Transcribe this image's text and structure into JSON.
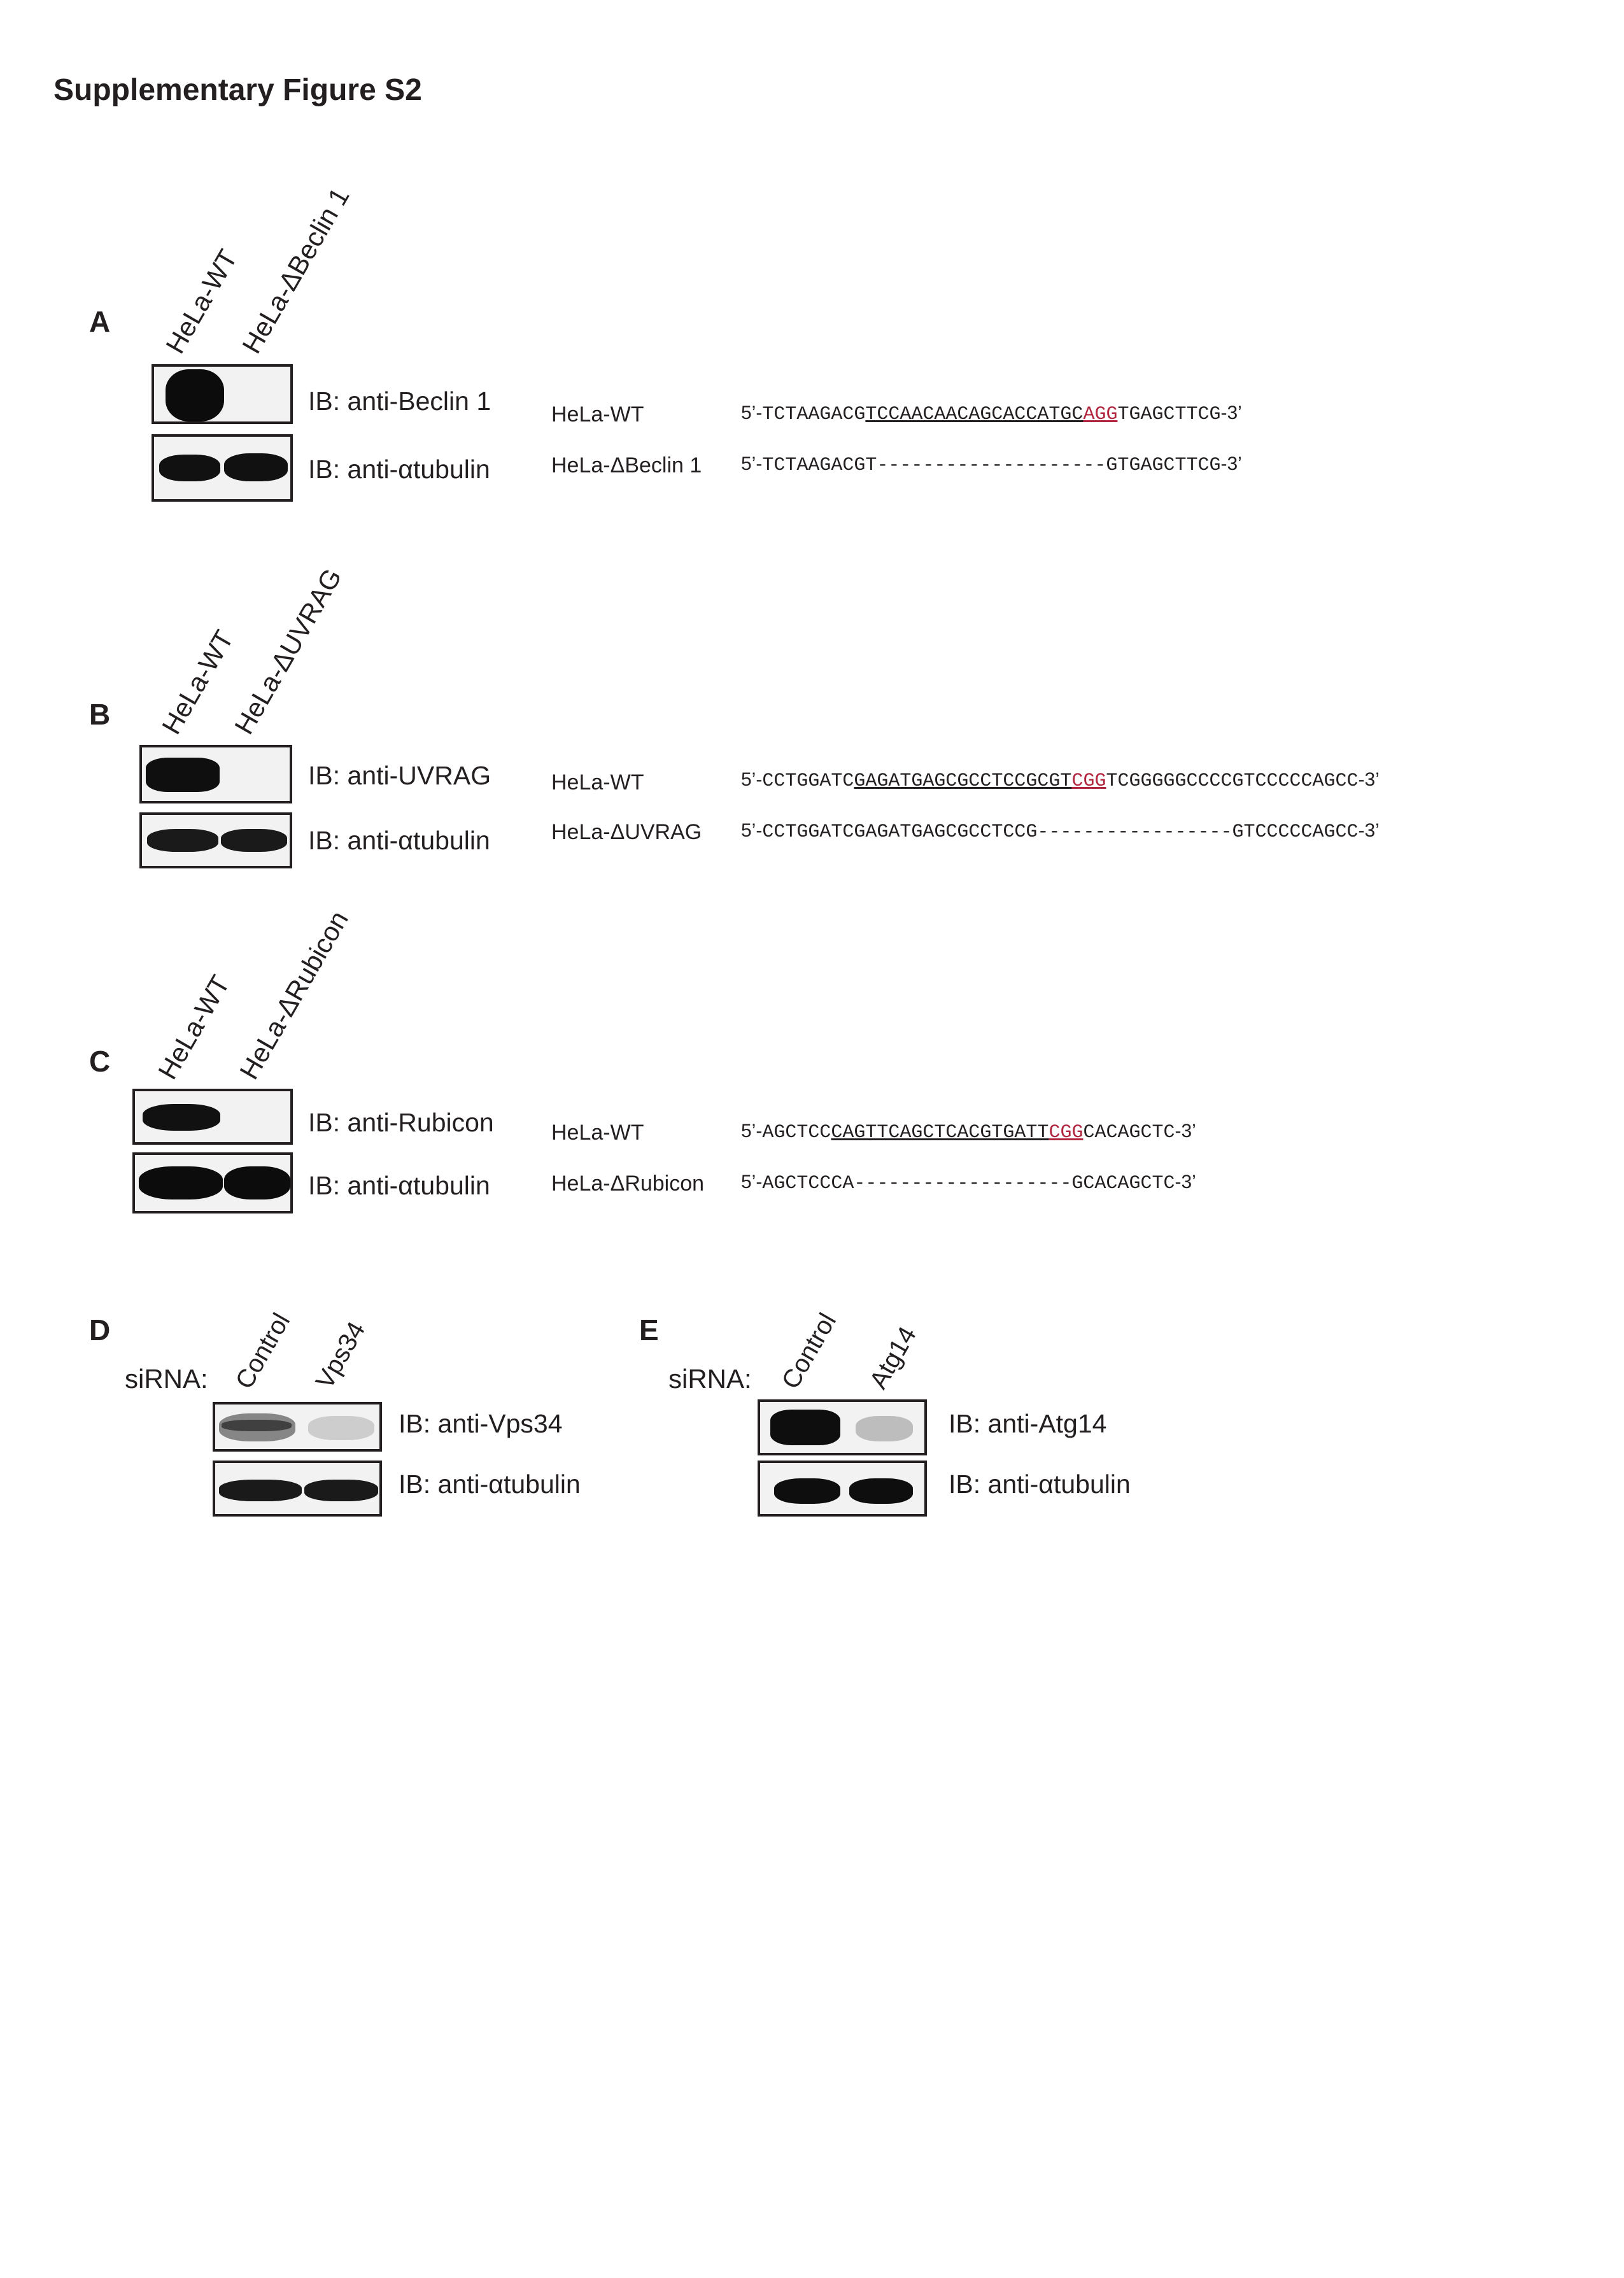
{
  "title": "Supplementary Figure S2",
  "colors": {
    "pam": "#b1253f",
    "text": "#231f20",
    "band": "#0f0f0f"
  },
  "panels": {
    "A": {
      "letter": "A",
      "lanes": [
        "HeLa-WT",
        "HeLa-ΔBeclin 1"
      ],
      "blots": [
        "IB: anti-Beclin 1",
        "IB: anti-αtubulin"
      ],
      "seq_wt": {
        "label": "HeLa-WT",
        "pre": "5’-",
        "a": "TCTAAGACG",
        "guide": "TCCAACAACAGCACCATGC",
        "pam": "AGG",
        "b": "TGAGCTTCG",
        "post": "-3’"
      },
      "seq_ko": {
        "label": "HeLa-ΔBeclin 1",
        "pre": "5’-",
        "a": "TCTAAGACGT--------------------GTGAGCTTCG",
        "post": "-3’"
      }
    },
    "B": {
      "letter": "B",
      "lanes": [
        "HeLa-WT",
        "HeLa-ΔUVRAG"
      ],
      "blots": [
        "IB: anti-UVRAG",
        "IB: anti-αtubulin"
      ],
      "seq_wt": {
        "label": "HeLa-WT",
        "pre": "5’-",
        "a": "CCTGGATC",
        "guide": "GAGATGAGCGCCTCCGCGT",
        "pam": "CGG",
        "b": "TCGGGGGCCCCGTCCCCCAGCC",
        "post": "-3’"
      },
      "seq_ko": {
        "label": "HeLa-ΔUVRAG",
        "pre": "5’-",
        "a": "CCTGGATCGAGATGAGCGCCTCCG-----------------GTCCCCCAGCC",
        "post": "-3’"
      }
    },
    "C": {
      "letter": "C",
      "lanes": [
        "HeLa-WT",
        "HeLa-ΔRubicon"
      ],
      "blots": [
        "IB: anti-Rubicon",
        "IB: anti-αtubulin"
      ],
      "seq_wt": {
        "label": "HeLa-WT",
        "pre": "5’-",
        "a": "AGCTCC",
        "guide": "CAGTTCAGCTCACGTGATT",
        "pam": "CGG",
        "b": "CACAGCTC",
        "post": "-3’"
      },
      "seq_ko": {
        "label": "HeLa-ΔRubicon",
        "pre": "5’-",
        "a": "AGCTCCCA-------------------GCACAGCTC",
        "post": "-3’"
      }
    },
    "D": {
      "letter": "D",
      "sirna": "siRNA:",
      "lanes": [
        "Control",
        "Vps34"
      ],
      "blots": [
        "IB: anti-Vps34",
        "IB: anti-αtubulin"
      ]
    },
    "E": {
      "letter": "E",
      "sirna": "siRNA:",
      "lanes": [
        "Control",
        "Atg14"
      ],
      "blots": [
        "IB: anti-Atg14",
        "IB: anti-αtubulin"
      ]
    }
  }
}
